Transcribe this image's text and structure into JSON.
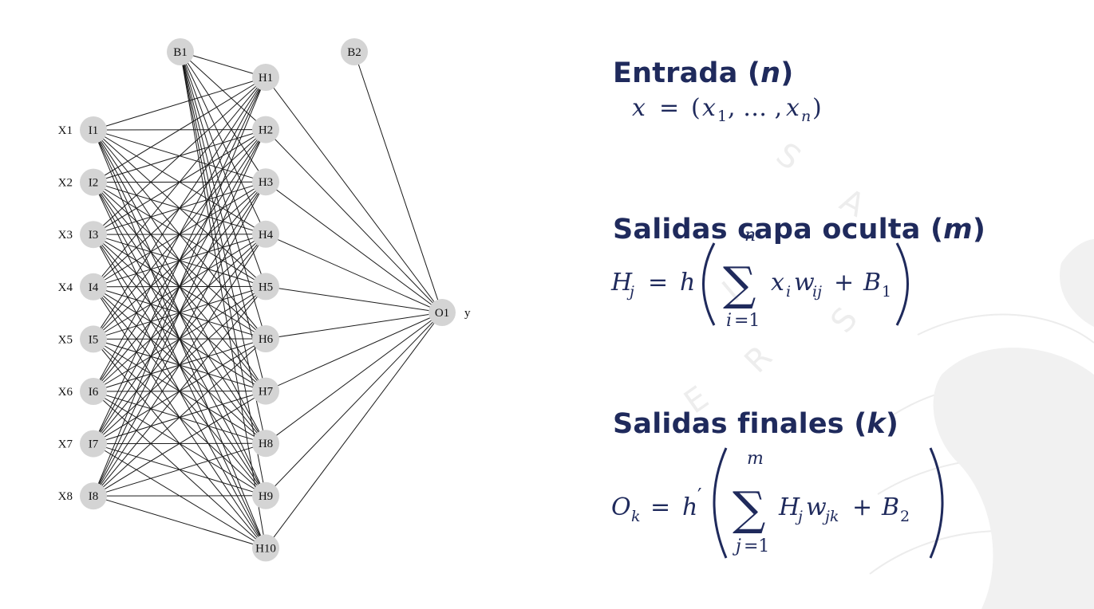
{
  "diagram": {
    "inputs": [
      {
        "var": "X1",
        "node": "I1"
      },
      {
        "var": "X2",
        "node": "I2"
      },
      {
        "var": "X3",
        "node": "I3"
      },
      {
        "var": "X4",
        "node": "I4"
      },
      {
        "var": "X5",
        "node": "I5"
      },
      {
        "var": "X6",
        "node": "I6"
      },
      {
        "var": "X7",
        "node": "I7"
      },
      {
        "var": "X8",
        "node": "I8"
      }
    ],
    "hidden": [
      "H1",
      "H2",
      "H3",
      "H4",
      "H5",
      "H6",
      "H7",
      "H8",
      "H9",
      "H10"
    ],
    "bias_hidden": "B1",
    "bias_output": "B2",
    "output": {
      "node": "O1",
      "var": "y"
    },
    "colors": {
      "node_fill": "#d4d4d4",
      "edge": "#1a1a1a",
      "text_accent": "#1f2a5c"
    }
  },
  "sections": {
    "input": {
      "title": "Entrada (",
      "var": "n",
      "close": ")"
    },
    "hidden": {
      "title": "Salidas capa oculta (",
      "var": "m",
      "close": ")"
    },
    "final": {
      "title": "Salidas finales (",
      "var": "k",
      "close": ")"
    }
  }
}
